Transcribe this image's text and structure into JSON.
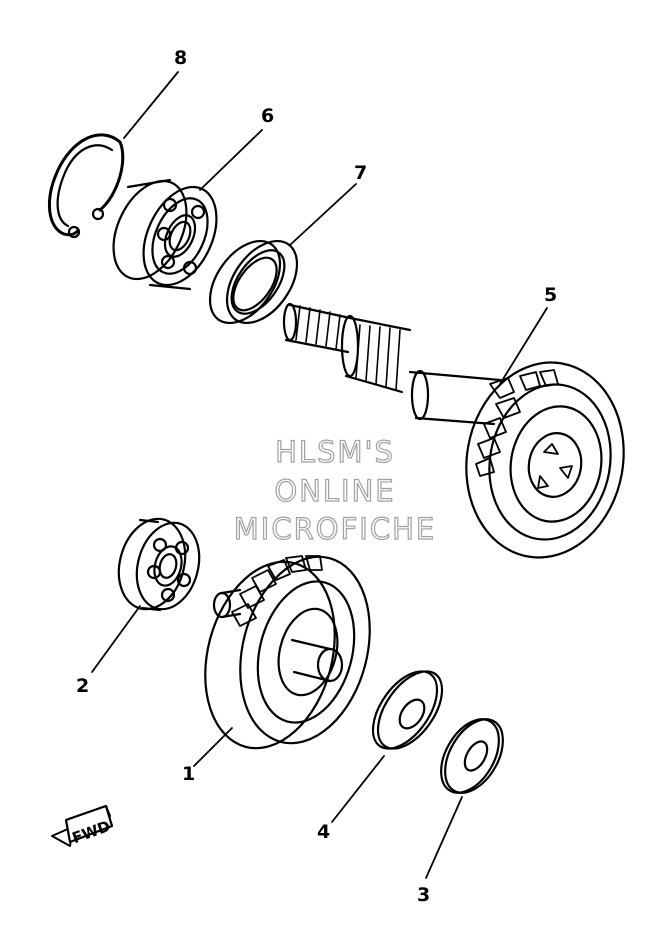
{
  "callouts": {
    "c1": "1",
    "c2": "2",
    "c3": "3",
    "c4": "4",
    "c5": "5",
    "c6": "6",
    "c7": "7",
    "c8": "8"
  },
  "watermark": {
    "line1": "HLSM'S",
    "line2": "ONLINE",
    "line3": "MICROFICHE"
  },
  "direction_arrow": {
    "label": "FWD"
  }
}
